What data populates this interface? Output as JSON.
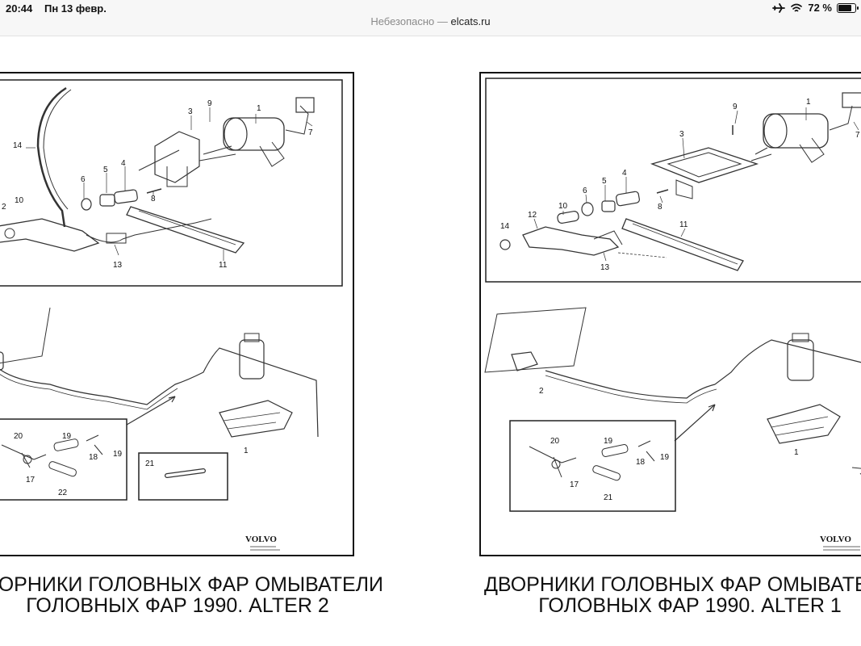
{
  "status_bar": {
    "time": "20:44",
    "date": "Пн 13 февр.",
    "battery_percent": "72 %",
    "battery_level": 0.72
  },
  "address_bar": {
    "security_label": "Небезопасно —",
    "domain": "elcats.ru"
  },
  "diagrams": [
    {
      "caption_line1": "ДВОРНИКИ ГОЛОВНЫХ ФАР ОМЫВАТЕЛИ",
      "caption_line2": "ГОЛОВНЫХ ФАР 1990. ALTER 2",
      "brand": "VOLVO",
      "labels": {
        "l1": "1",
        "l2": "2",
        "l3": "3",
        "l4": "4",
        "l5": "5",
        "l6": "6",
        "l7": "7",
        "l8": "8",
        "l9": "9",
        "l10": "10",
        "l11": "11",
        "l13": "13",
        "l14": "14",
        "l17": "17",
        "l18": "18",
        "l19a": "19",
        "l19b": "19",
        "l20": "20",
        "l21": "21",
        "l22": "22",
        "l1b": "1"
      }
    },
    {
      "caption_line1": "ДВОРНИКИ ГОЛОВНЫХ ФАР ОМЫВАТЕЛИ",
      "caption_line2": "ГОЛОВНЫХ ФАР 1990. ALTER 1",
      "brand": "VOLVO",
      "labels": {
        "l1": "1",
        "l3": "3",
        "l4": "4",
        "l5": "5",
        "l6": "6",
        "l7": "7",
        "l8": "8",
        "l9": "9",
        "l10": "10",
        "l11": "11",
        "l12": "12",
        "l13": "13",
        "l14": "14",
        "l2": "2",
        "l17": "17",
        "l18": "18",
        "l19a": "19",
        "l19b": "19",
        "l20": "20",
        "l21": "21",
        "l1b": "1"
      }
    }
  ]
}
